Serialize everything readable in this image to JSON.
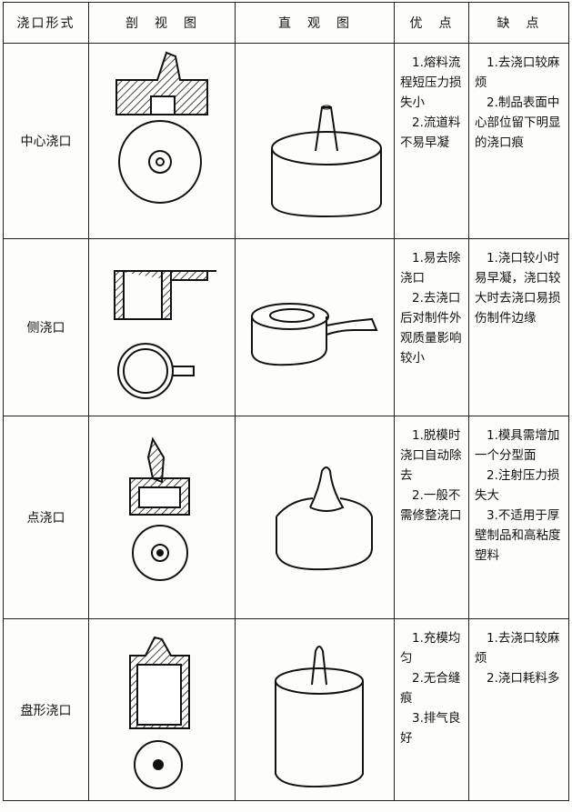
{
  "headers": [
    "浇口形式",
    "剖　视　图",
    "直　观　图",
    "优　点",
    "缺　点"
  ],
  "rows": [
    {
      "name": "中心浇口",
      "pros": [
        "1.熔料流程短压力损失小",
        "2.流道料不易早凝"
      ],
      "cons": [
        "1.去浇口较麻烦",
        "2.制品表面中心部位留下明显的浇口痕"
      ]
    },
    {
      "name": "侧浇口",
      "pros": [
        "1.易去除浇口",
        "2.去浇口后对制件外观质量影响较小"
      ],
      "cons": [
        "1.浇口较小时易早凝，浇口较大时去浇口易损伤制件边缘"
      ]
    },
    {
      "name": "点浇口",
      "pros": [
        "1.脱模时浇口自动除去",
        "2.一般不需修整浇口"
      ],
      "cons": [
        "1.模具需增加一个分型面",
        "2.注射压力损失大",
        "3.不适用于厚壁制品和高粘度塑料"
      ]
    },
    {
      "name": "盘形浇口",
      "pros": [
        "1.充模均匀",
        "2.无合缝痕",
        "3.排气良好"
      ],
      "cons": [
        "1.去浇口较麻烦",
        "2.浇口耗料多"
      ]
    }
  ]
}
